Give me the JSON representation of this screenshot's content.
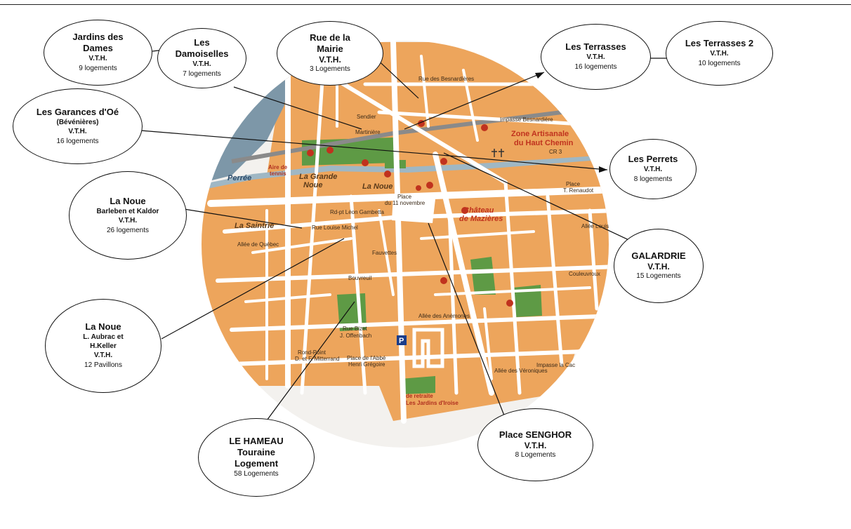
{
  "bubbles": [
    {
      "id": "jardins-des-dames",
      "name": "Jardins des",
      "name_line2": "Dames",
      "type": "V.T.H.",
      "count": "9 logements"
    },
    {
      "id": "les-damoiselles",
      "name": "Les",
      "name_line2": "Damoiselles",
      "type": "V.T.H.",
      "count": "7 logements"
    },
    {
      "id": "rue-de-la-mairie",
      "name": "Rue de la",
      "name_line2": "Mairie",
      "type": "V.T.H.",
      "count": "3 Logements"
    },
    {
      "id": "les-terrasses",
      "name": "Les Terrasses",
      "name_line2": "",
      "type": "V.T.H.",
      "count": "16 logements"
    },
    {
      "id": "les-terrasses-2",
      "name": "Les Terrasses 2",
      "name_line2": "",
      "type": "V.T.H.",
      "count": "10 logements"
    },
    {
      "id": "les-garances",
      "name": "Les Garances d'Oé",
      "name_line2": "(Bévénières)",
      "type": "V.T.H.",
      "count": "16 logements"
    },
    {
      "id": "les-perrets",
      "name": "Les Perrets",
      "name_line2": "",
      "type": "V.T.H.",
      "count": "8 logements"
    },
    {
      "id": "la-noue-barleben",
      "name": "La Noue",
      "name_line2": "Barleben et Kaldor",
      "type": "V.T.H.",
      "count": "26 logements"
    },
    {
      "id": "galardrie",
      "name": "GALARDRIE",
      "name_line2": "",
      "type": "V.T.H.",
      "count": "15 Logements"
    },
    {
      "id": "la-noue-aubrac",
      "name": "La Noue",
      "name_line2": "L. Aubrac et",
      "name_line3": "H.Keller",
      "type": "V.T.H.",
      "count": "12 Pavillons"
    },
    {
      "id": "le-hameau",
      "name": "LE HAMEAU",
      "name_line2": "Touraine",
      "name_line3": "Logement",
      "type": "",
      "count": "58 Logements"
    },
    {
      "id": "place-senghor",
      "name": "Place SENGHOR",
      "name_line2": "",
      "type": "V.T.H.",
      "count": "8 Logements"
    }
  ],
  "map_labels": {
    "zone_artisanale": "Zone Artisanale",
    "du_haut_chemin": "du Haut Chemin",
    "perree": "Perrée",
    "la_grande_noue": "La Grande",
    "la_grande_noue2": "Noue",
    "la_noue": "La Noue",
    "place_11_novembre": "Place",
    "place_11_novembre2": "du 11 novembre",
    "aire_de_tennis": "Aire de",
    "aire_de_tennis2": "tennis",
    "chateau": "Château",
    "chateau2": "de Mazières",
    "la_saintrie": "La Saintrie",
    "rue_des_besnardieres": "Rue des Besnardières",
    "impasse_besnardiere": "Impasse Besnardière",
    "sendier": "Sendier",
    "rue_louise_michel": "Rue Louise Michel",
    "place_t_renaudot": "Place",
    "place_t_renaudot2": "T. Renaudot",
    "rue_bizet": "Rue Bizet",
    "j_offenbach": "J. Offenbach",
    "place_abbe": "Place de l'Abbé",
    "place_abbe2": "Henri Grégoire",
    "de_retraite": "de retraite",
    "jardins_iroise": "Les Jardins d'Iroise",
    "allee_anemones": "Allée des Anémones",
    "allee_veroniques": "Allée des Véroniques",
    "allee_quebec": "Allée de Québec",
    "bouvreuils": "Bouvreuil",
    "fauvettes": "Fauvettes",
    "rue_gambetta": "Rd-pt Léon Gambetta",
    "couleuvroux": "Couleuvroux",
    "allee_louis": "Allée Louis",
    "impasse_la_cac": "Impasse la Cac",
    "ch_3": "CR 3",
    "rond_point": "Rond-Point",
    "rond_point2": "D. et F. Mitterrand",
    "martiniere": "Martinière"
  },
  "colors": {
    "map_orange": "#eda55c",
    "road": "#ffffff",
    "park": "#5e9a45",
    "water": "#7d97a8",
    "outline": "#111111"
  }
}
